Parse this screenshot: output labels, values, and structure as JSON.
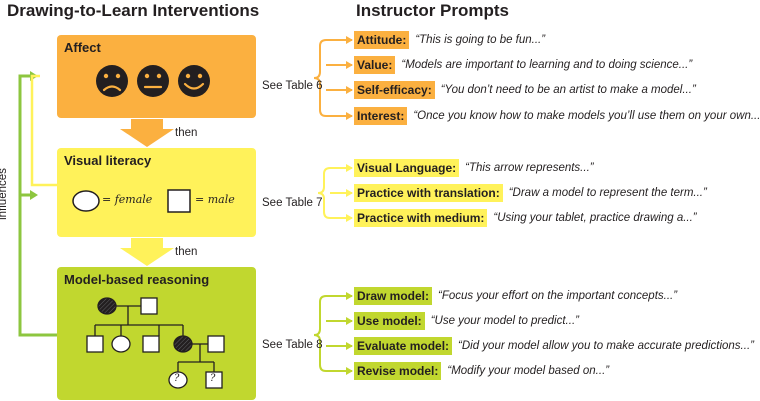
{
  "headings": {
    "left": "Drawing-to-Learn Interventions",
    "right": "Instructor Prompts"
  },
  "colors": {
    "affect": "#fbb040",
    "affect_label": "#fbb040",
    "visual": "#fff25a",
    "visual_label": "#fff25a",
    "model": "#c1d72f",
    "model_label": "#c1d72f",
    "influence_line": "#8dc63f",
    "text": "#231f20"
  },
  "side_label": "influences",
  "connector_label": "then",
  "sections": [
    {
      "title": "Affect",
      "table_ref": "See Table 6",
      "icons": [
        "frown-face-icon",
        "neutral-face-icon",
        "smile-face-icon"
      ],
      "prompts": [
        {
          "label": "Attitude:",
          "quote": "“This is going to be fun...”"
        },
        {
          "label": "Value:",
          "quote": "“Models are important to learning and to doing science...”"
        },
        {
          "label": "Self-efficacy:",
          "quote": "“You don’t need to be an artist to make a model...”"
        },
        {
          "label": "Interest:",
          "quote": "“Once you know how to make models you’ll use them on your own...”"
        }
      ]
    },
    {
      "title": "Visual literacy",
      "table_ref": "See Table 7",
      "legend": {
        "circle_text": "= female",
        "square_text": "= male"
      },
      "prompts": [
        {
          "label": "Visual Language:",
          "quote": "“This arrow represents...”"
        },
        {
          "label": "Practice with translation:",
          "quote": "“Draw a model to represent the term...”"
        },
        {
          "label": "Practice with medium:",
          "quote": "“Using your tablet, practice drawing a...”"
        }
      ]
    },
    {
      "title": "Model-based reasoning",
      "table_ref": "See Table 8",
      "pedigree_unknown": "?",
      "prompts": [
        {
          "label": "Draw model:",
          "quote": "“Focus your effort on the important concepts...”"
        },
        {
          "label": "Use model:",
          "quote": "“Use your model to predict...”"
        },
        {
          "label": "Evaluate model:",
          "quote": "“Did your model allow you to make accurate predictions...”"
        },
        {
          "label": "Revise model:",
          "quote": "“Modify your model based on...”"
        }
      ]
    }
  ]
}
